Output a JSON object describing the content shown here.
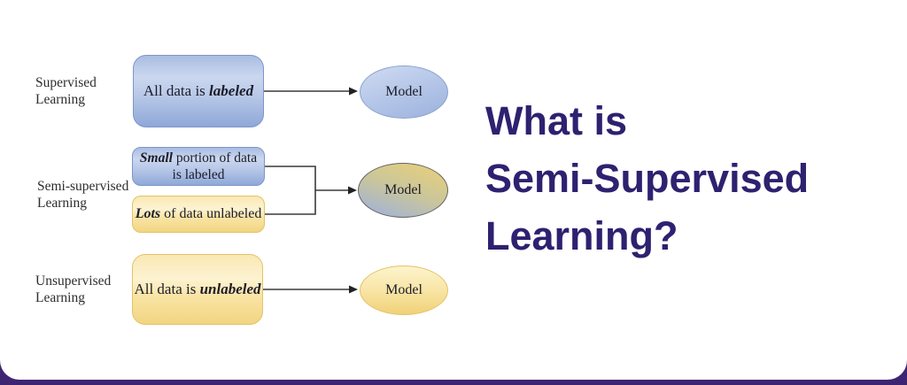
{
  "slide": {
    "title": "What is Semi-Supervised Learning?",
    "title_lines": [
      "What is",
      "Semi-Supervised",
      "Learning?"
    ],
    "title_color": "#2e2170",
    "footer_bar_color": "#53309b",
    "accent_blue": "#9fb6e0",
    "accent_yellow": "#f7dd8e"
  },
  "diagram": {
    "rows": [
      {
        "label": "Supervised Learning",
        "boxes": [
          {
            "prefix": "All data is ",
            "emphasis": "labeled",
            "suffix": ""
          }
        ],
        "model_label": "Model"
      },
      {
        "label": "Semi-supervised Learning",
        "boxes": [
          {
            "prefix": "",
            "emphasis": "Small",
            "suffix": " portion of data is labeled"
          },
          {
            "prefix": "",
            "emphasis": "Lots",
            "suffix": " of data unlabeled"
          }
        ],
        "model_label": "Model"
      },
      {
        "label": "Unsupervised Learning",
        "boxes": [
          {
            "prefix": "All data is ",
            "emphasis": "unlabeled",
            "suffix": ""
          }
        ],
        "model_label": "Model"
      }
    ]
  }
}
